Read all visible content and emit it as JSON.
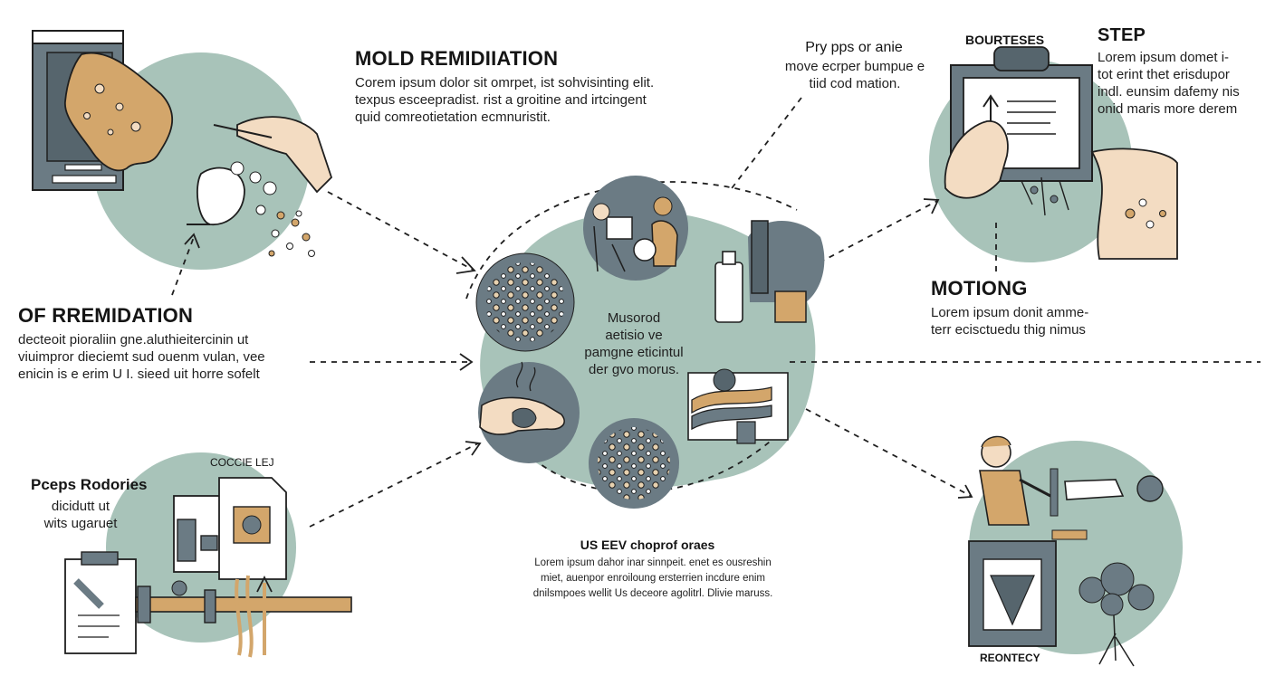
{
  "palette": {
    "sage": "#a8c3b9",
    "slate": "#6b7b84",
    "slate_dark": "#56656d",
    "tan": "#d3a66b",
    "skin": "#f3dcc2",
    "ink": "#1f1f1f"
  },
  "title_block": {
    "heading": "MOLD REMIDIIATION",
    "text": "Corem ipsum dolor sit omrpet, ist sohvisinting elit.\ntexpus esceepradist. rist a groitine and irtcingent\nquid comreotietation ecmnuristit."
  },
  "top_note": {
    "heading": "Pry pps or anie",
    "text": "move ecrper bumpue e\ntiid cod mation."
  },
  "top_right": {
    "label": "BOURTESES",
    "heading": "STEP",
    "text": "Lorem ipsum domet i-\ntot erint thet erisdupor\nindl. eunsim dafemy nis\nonid maris more derem"
  },
  "left_block": {
    "heading": "OF RREMIDATION",
    "text": "decteoit pioraliin gne.aluthieitercinin ut\nviuimpror dieciemt sud ouenm vulan, vee\nenicin is e erim U I. sieed uit horre sofelt"
  },
  "center": {
    "text": "Musorod\naetisio ve\npamgne eticintul\nder gvo morus."
  },
  "right_block": {
    "heading": "MOTIONG",
    "text": "Lorem ipsum donit amme-\nterr ecisctuedu thig nimus"
  },
  "bottom_left": {
    "doc_label": "COCCIE LEJ",
    "heading": "Pceps Rodories",
    "text": "dicidutt ut\nwits ugaruet"
  },
  "bottom_center": {
    "heading": "US EEV choprof oraes",
    "text": "Lorem ipsum dahor inar sinnpeit. enet es ousreshin\nmiet, auenpor enroiloung ersterrien incdure enim\ndnilsmpoes wellit Us deceore agolitrl. Dlivie maruss."
  },
  "bottom_right": {
    "label": "REONTECY"
  },
  "icons": [
    "mold-wall-icon",
    "spray-hand-icon",
    "clipboard-hand-icon",
    "mold-spores-icon",
    "people-machine-icon",
    "bottle-icon",
    "gloved-hand-icon",
    "mold-layers-icon",
    "document-stack-icon",
    "pipe-icon",
    "worker-icon",
    "tree-icon"
  ]
}
